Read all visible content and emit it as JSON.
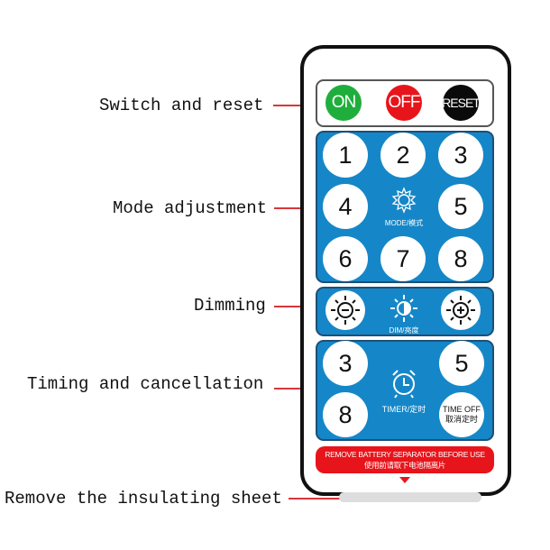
{
  "labels": {
    "switch": "Switch and reset",
    "mode": "Mode adjustment",
    "dimming": "Dimming",
    "timing": "Timing and cancellation",
    "sheet": "Remove the insulating sheet"
  },
  "remote": {
    "power": {
      "on": "ON",
      "off": "OFF",
      "reset": "RESET"
    },
    "mode_buttons": [
      "1",
      "2",
      "3",
      "4",
      "5",
      "6",
      "7",
      "8"
    ],
    "mode_caption": "MODE/模式",
    "dim_caption": "DIM/亮度",
    "timer_buttons": [
      "3",
      "5",
      "8"
    ],
    "timer_caption": "TIMER/定时",
    "time_off": {
      "line1": "TIME OFF",
      "line2": "取消定时"
    },
    "banner": {
      "line1": "REMOVE BATTERY SEPARATOR BEFORE USE",
      "line2": "使用前请取下电池隔离片"
    }
  },
  "colors": {
    "on": "#1fae3c",
    "off": "#e8141b",
    "reset": "#0a0a0a",
    "panel": "#1587c8",
    "banner": "#e8141b",
    "leader": "#d9363a"
  }
}
